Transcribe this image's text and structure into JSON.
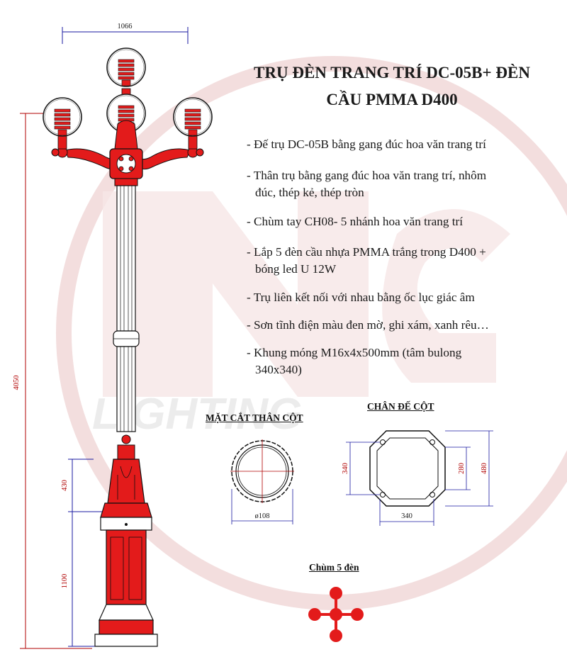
{
  "title": {
    "line1": "TRỤ ĐÈN TRANG TRÍ DC-05B+ ĐÈN",
    "line2": "CẦU PMMA D400"
  },
  "specs": [
    {
      "line1": "- Đế trụ DC-05B bằng gang đúc hoa văn trang trí",
      "line2": ""
    },
    {
      "line1": "- Thân trụ bằng gang đúc hoa văn trang trí, nhôm",
      "line2": "đúc, thép kẻ, thép tròn"
    },
    {
      "line1": "- Chùm tay CH08- 5 nhánh hoa văn trang trí",
      "line2": ""
    },
    {
      "line1": "- Lắp 5 đèn cầu nhựa PMMA trắng trong D400 +",
      "line2": "bóng led U 12W"
    },
    {
      "line1": "- Trụ liên kết nối với nhau bằng ốc lục giác âm",
      "line2": ""
    },
    {
      "line1": "- Sơn tĩnh điện màu đen mờ, ghi xám, xanh rêu…",
      "line2": ""
    },
    {
      "line1": "- Khung móng M16x4x500mm (tâm bulong",
      "line2": "340x340)"
    }
  ],
  "dimensions": {
    "top_width": "1066",
    "total_height": "4050",
    "mid_height": "430",
    "base_height": "1100"
  },
  "section_cut": {
    "title": "MẶT CẮT THÂN CỘT",
    "diameter": "ø108"
  },
  "base_plate": {
    "title": "CHÂN ĐẾ CỘT",
    "left_dim": "340",
    "inner_dim": "280",
    "outer_dim": "480",
    "bottom_dim": "340"
  },
  "cluster": {
    "title": "Chùm 5 đèn"
  },
  "watermark": {
    "text": "LIGHTING"
  },
  "colors": {
    "accent": "#e31b1b",
    "dimension": "#b00000",
    "watermark": "#f2d6d6",
    "watermark_text": "#ececec"
  }
}
